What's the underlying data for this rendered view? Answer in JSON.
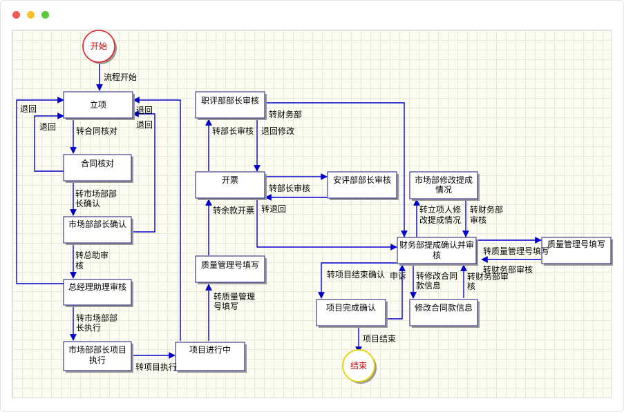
{
  "nodes": {
    "start": "开始",
    "end": "结束",
    "lixiang": "立项",
    "hetong": "合同核对",
    "shichang_confirm": "市场部部长确认",
    "zongjingli": "总经理助理审核",
    "shichang_exec_1": "市场部部长项目",
    "shichang_exec_2": "执行",
    "jinxing": "项目进行中",
    "zhiping": "职评部部长审核",
    "kaipiao": "开票",
    "zhiliang_left": "质量管理号填写",
    "anping": "安评部部长审核",
    "shichang_modify_1": "市场部修改提成",
    "shichang_modify_2": "情况",
    "caiwu_1": "财务部提成确认并审",
    "caiwu_2": "核",
    "zhiliang_right": "质量管理号填写",
    "wancheng": "项目完成确认",
    "xiugai_hetong": "修改合同款信息"
  },
  "edges": {
    "liucheng_kaishi": "流程开始",
    "tuihui_1": "退回",
    "tuihui_2": "退回",
    "tuihui_3": "退回",
    "tuihui_4": "退回",
    "zhuan_hetong": "转合同核对",
    "zhuan_shichang_1": "转市场部部",
    "zhuan_shichang_2": "长确认",
    "zhuan_zongzhu_1": "转总助审",
    "zhuan_zongzhu_2": "核",
    "zhuan_shichang_exec_1": "转市场部部",
    "zhuan_shichang_exec_2": "长执行",
    "zhuan_xiangmu_zhixing": "转项目执行",
    "zhuan_zhiliang_1": "转质量管理",
    "zhuan_zhiliang_2": "号填写",
    "zhuan_yukuan": "转余款开票",
    "zhuan_buzhang": "转部长审核",
    "tuihui_xiugai": "退回修改",
    "zhuan_caiwu_top": "转财务部",
    "zhuan_buzhang_anping": "转部长审核",
    "zhuan_tuihui": "转退回",
    "zhuan_lixiangren_1": "转立项人修",
    "zhuan_lixiangren_2": "改提成情况",
    "zhuan_caiwu_mid_1": "转财务部",
    "zhuan_caiwu_mid_2": "审核",
    "zhuan_zhiliang_right": "转质量管理号填写",
    "zhuan_caiwu_right": "转财务部审核",
    "zhuan_wancheng": "转项目结束确认",
    "shensu": "申诉",
    "zhuan_xiugai_hetong_1": "转修改合同",
    "zhuan_xiugai_hetong_2": "款信息",
    "zhuan_caiwu_bottom_1": "转财务部审",
    "zhuan_caiwu_bottom_2": "核",
    "xiangmu_jieshu": "项目结束"
  },
  "colors": {
    "edge": "#0000cc",
    "start_circle": "#e02020",
    "end_circle": "#e8d000",
    "node_border": "#1a1a7a"
  }
}
